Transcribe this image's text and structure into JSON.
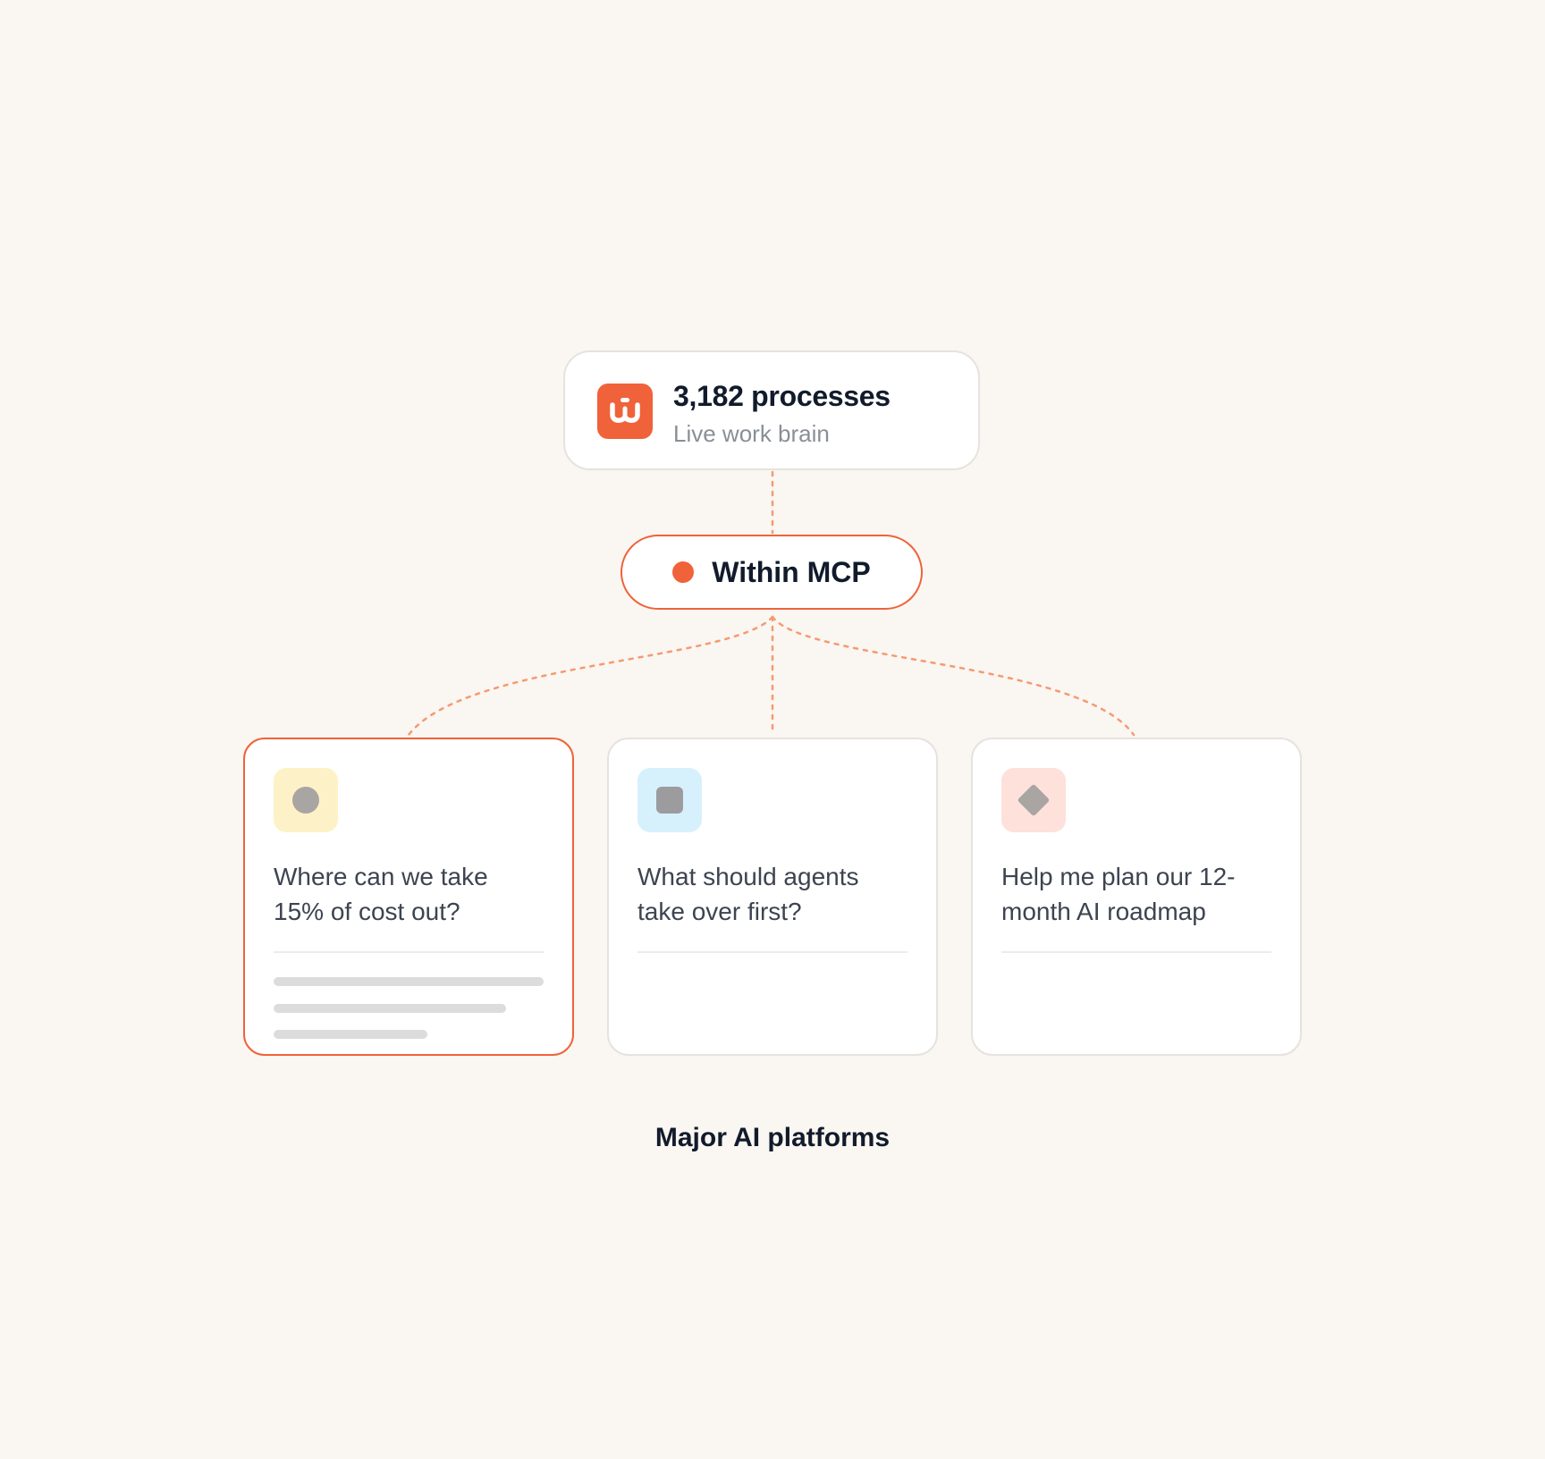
{
  "source": {
    "count_label": "3,182 processes",
    "subtitle": "Live work brain",
    "logo_icon": "w-logo-icon",
    "logo_color": "#f0623a"
  },
  "connector": {
    "label": "Within MCP",
    "accent_color": "#f0623a",
    "line_color": "#f59a72"
  },
  "prompts": [
    {
      "text": "Where can we take 15% of cost out?",
      "icon": "circle-icon",
      "tile_color": "#fdf2c7",
      "selected": true
    },
    {
      "text": "What should agents take over first?",
      "icon": "square-icon",
      "tile_color": "#d7f1fc",
      "selected": false
    },
    {
      "text": "Help me plan our 12-month AI roadmap",
      "icon": "diamond-icon",
      "tile_color": "#fde1da",
      "selected": false
    }
  ],
  "caption": "Major AI platforms",
  "background_color": "#faf6f1"
}
